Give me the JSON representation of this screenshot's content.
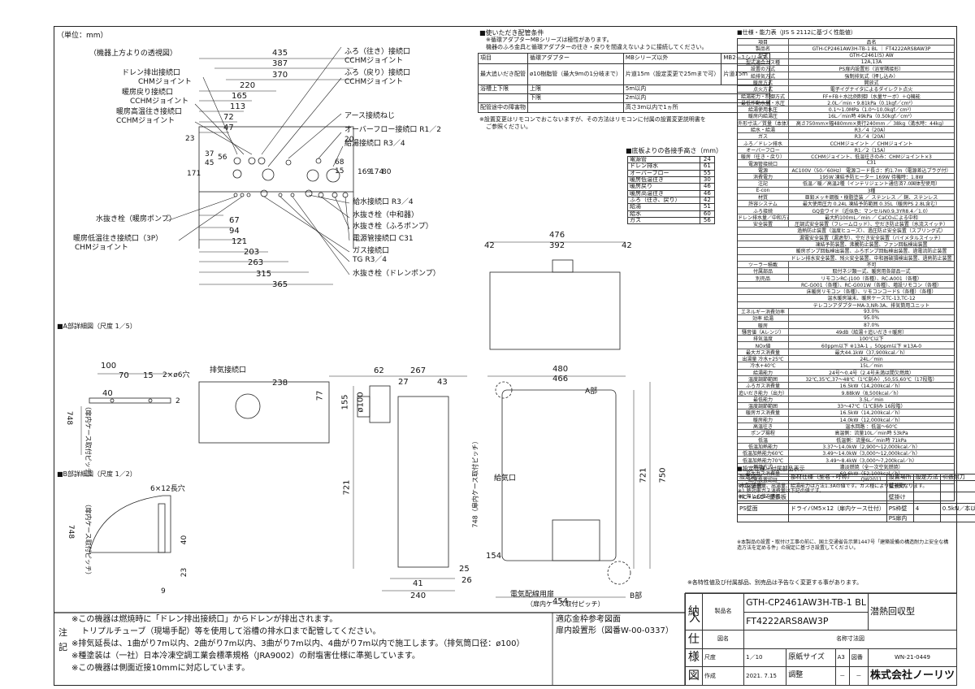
{
  "unit": "（単位：mm）",
  "view_title": "（機器上方よりの透視図）",
  "top_view": {
    "dims": [
      "435",
      "387",
      "370",
      "220",
      "165",
      "113",
      "72",
      "47",
      "23",
      "37",
      "45",
      "56",
      "171",
      "20",
      "68",
      "15",
      "169",
      "174",
      "80"
    ],
    "bottom_dims": [
      "67",
      "94",
      "121",
      "203",
      "263",
      "315",
      "365"
    ],
    "labels": [
      "ドレン排出接続口",
      "CHMジョイント",
      "暖房戻り接続口",
      "CCHMジョイント",
      "暖房高温往き接続口",
      "CCHMジョイント",
      "ふろ（往き）接続口",
      "CCHMジョイント",
      "ふろ（戻り）接続口",
      "CCHMジョイント",
      "アース接続ねじ",
      "オーバーフロー接続口 R1／2",
      "給湯接続口 R3／4",
      "給水接続口 R3／4",
      "水抜き栓（中和器）",
      "水抜き栓（ふろポンプ）",
      "電源管接続口 C31",
      "ガス接続口",
      "TG R3／4",
      "水抜き栓（ドレンポンプ）",
      "水抜き栓（暖房ポンプ）",
      "暖房低温往き接続口（3P）",
      "CHMジョイント"
    ]
  },
  "notes_top": {
    "title": "■使いただき配管条件",
    "lines": [
      "※循環アダプターMBシリーズは極性があります。",
      "機器のふろ金具と循環アダプターの往き・戻りを間違えないように接続してください。",
      "※設置変更はリモコンでおこないますが、その方法はリモコンに付属の設置変更説明書を",
      "ご参照ください。"
    ],
    "table": {
      "head": [
        "循環アダプター",
        "MBシリーズ以外",
        "MB2－1シリーズ"
      ],
      "col0": "項目",
      "rows": [
        [
          "最大追いだき配管",
          "ø10樹脂管（最大9mの1分岐まで）",
          "片道15m（設定変更で25mまで可）",
          "片道15m"
        ],
        [
          "浴槽上下限",
          "上限",
          "5m以内"
        ],
        [
          "",
          "下限",
          "2m以内"
        ],
        [
          "配管途中の障害物",
          "",
          "高さ3m以内で1ヵ所"
        ]
      ]
    }
  },
  "height_table": {
    "title": "■底板よりの各接手高さ（mm）",
    "rows": [
      [
        "電源管",
        "24"
      ],
      [
        "ドレン排水",
        "61"
      ],
      [
        "オーバーフロー",
        "55"
      ],
      [
        "暖房低温往き",
        "30"
      ],
      [
        "暖房戻り",
        "46"
      ],
      [
        "暖房高温往き",
        "46"
      ],
      [
        "ふろ（往き、戻り）",
        "42"
      ],
      [
        "給湯",
        "51"
      ],
      [
        "給水",
        "60"
      ],
      [
        "ガス",
        "56"
      ]
    ]
  },
  "front_view": {
    "dims": [
      "476",
      "42",
      "392",
      "42",
      "480",
      "466",
      "750",
      "721",
      "154",
      "454",
      "26"
    ],
    "labels": [
      "A部",
      "B部",
      "給気口",
      "電気配線用扉",
      "（扉内ケース取付ピッチ）",
      "748（扉内ケース取付ピッチ）"
    ]
  },
  "side_view": {
    "dims": [
      "62",
      "267",
      "27",
      "43",
      "238",
      "77",
      "155",
      "ø100",
      "721",
      "25",
      "41",
      "240"
    ],
    "labels": [
      "排気接続口"
    ]
  },
  "detail_a": {
    "title": "■A部詳細図（尺度 1／5）",
    "dims": [
      "100",
      "70",
      "15",
      "2×ø6穴",
      "40",
      "2",
      "748"
    ],
    "label": "（扉内ケース取付ピッチ）"
  },
  "detail_b": {
    "title": "■B部詳細図（尺度 1／2）",
    "dims": [
      "6×12長穴",
      "748",
      "40",
      "23",
      "9"
    ],
    "label": "（扉内ケース取付ピッチ）"
  },
  "spec": {
    "title": "■仕様・能力表（JIS S 2112に基づく性能値）",
    "rows": [
      [
        "項目",
        "品名"
      ],
      [
        "製品名",
        "GTH-CP2461AW3H-TB-1 BL ｜ FT4222ARS8AW3P"
      ],
      [
        "型式",
        "GTH-C2461(S) AW"
      ],
      [
        "型式適合ガス種",
        "12A,13A"
      ],
      [
        "設置の方式",
        "PS扉内設置形（浴室隣接形）"
      ],
      [
        "給排気方式",
        "強制排気式（押し込み）"
      ],
      [
        "暖房方式",
        "開放式"
      ],
      [
        "点火方式",
        "電子イグナイタによるダイレクト点火"
      ],
      [
        "給湯能力・制御方式",
        "FF+FB＋水比例制御（水量サーボ）＋Q機能"
      ],
      [
        "最低作動水量・水圧",
        "2.0L／min・9.81kPa（0.1kgf／cm²）"
      ],
      [
        "給湯使用水圧",
        "0.1～1.0MPa（1.0～10.0kgf／cm²）"
      ],
      [
        "暖房内給湯圧",
        "16L／min時 49kPa（0.50kgf／cm²）"
      ],
      [
        "外形寸法／質量（本体）",
        "高さ750mm×幅480mm×奥行240mm ／ 38kg（満水時：44kg）"
      ],
      [
        "給水・給湯",
        "R3／4（20A）"
      ],
      [
        "ガス",
        "R3／4（20A）"
      ],
      [
        "ふろ／ドレン排水",
        "CCHMジョイント ／ CHMジョイント"
      ],
      [
        "オーバーフロー",
        "R1／2（15A）"
      ],
      [
        "暖房（往き・戻り）",
        "CCHMジョイント、低温往きのみ：CHMジョイント×3"
      ],
      [
        "電源管接続口",
        "C31"
      ],
      [
        "電源",
        "AC100V（50／60Hz） 電源コード長さ：約1.7m（電源差込プラグ付）"
      ],
      [
        "消費電力",
        "195W 凍結予防ヒーター 169W 待機時：1.8W"
      ],
      [
        "注記",
        "低温／暖／高温2種（インテリジェント通信済7.0国体型使用）"
      ],
      [
        "E-con",
        "3種"
      ],
      [
        "材質",
        "亜鉛メッキ鋼板・樹脂塗装 ／ ステンレス ／ 銅、ステンレス"
      ],
      [
        "許容システム",
        "最大使用圧力 0.24L 凍結予防範囲 0.35L（暖房PS 2.8L含む）"
      ],
      [
        "ふろ接続",
        "GQ金ワイド（近似色：マンセルN0.9,3YR8.4／1.0）"
      ],
      [
        "ドレン排水量／中和方式",
        "最大約100mL／min ／ CaCO₃による中和"
      ],
      [
        "安全装置",
        "圧調式安全装置（フレームロッド）、空だき防止装置（水流スイッチ）"
      ],
      [
        "",
        "過熱防止装置（温度ヒューズ）、過圧防止安全装置（スプリング式）"
      ],
      [
        "",
        "漏電安全装置（漏遮型）、空だき安全装置（バイメタルスイッチ）"
      ],
      [
        "",
        "凍結予防装置、沸騰防止装置、ファン回転検出装置"
      ],
      [
        "",
        "暖房ポンプ回転検出装置、ふろポンプ回転検出装置、過電流防止装置"
      ],
      [
        "",
        "ドレン排水安全装置、残火安全装置、中和器破損検出装置、過熱防止装置"
      ],
      [
        "ツーラー積載",
        "不可"
      ],
      [
        "付属部品",
        "取付ネジ類一式、暖房用各部品一式"
      ],
      [
        "別売品",
        "リモコンRC-J100（各種）、RC-A001（各種）"
      ],
      [
        "",
        "RC-G001（各種）、RC-G001W（各種）、増設リモコン（各種）"
      ],
      [
        "",
        "床暖房リモコン（各種）、リモコンコードS（各種）（各種）"
      ],
      [
        "",
        "温水暖房端末、暖房ケースTC-13,TC-12"
      ],
      [
        "",
        "テレコンアダプターMA-3,NR-3A、排気筒用ユニット"
      ],
      [
        "エネルギー消費効率",
        "93.0%"
      ],
      [
        "効率 給湯",
        "95.0%"
      ],
      [
        "暖房",
        "87.0%"
      ],
      [
        "騒音値（Aレンジ）",
        "49dB（給湯＋追いだき＋暖房）"
      ],
      [
        "排気温度",
        "100℃以下"
      ],
      [
        "NOx値",
        "60ppm以下 ※13A-1 ，50ppm以下 ※13A-0"
      ],
      [
        "最大ガス消費量",
        "最大44.1kW（37,900kcal／h）"
      ],
      [
        "出湯量 冷水+25℃",
        "24L／min"
      ],
      [
        "冷水+40℃",
        "15L／min"
      ],
      [
        "給湯能力",
        "24号～0.4号（2.4号未満は間欠燃焼）"
      ],
      [
        "温度調節範囲",
        "32℃,35℃,37～48℃（1℃刻み）,50,55,60℃（17段階）"
      ],
      [
        "ふろガス消費量",
        "16.5kW（14,200kcal／h）"
      ],
      [
        "追いだき能力（出力）",
        "9.88kW（8,500kcal／h）"
      ],
      [
        "最低能力",
        "3.5L／min"
      ],
      [
        "温度調節範囲",
        "33～47℃（1℃刻み 16段階）"
      ],
      [
        "暖房ガス消費量",
        "16.5kW（14,200kcal／h）"
      ],
      [
        "暖房能力",
        "14.0kW（12,000kcal／h）"
      ],
      [
        "高温往き",
        "温水回路 ：低温～60℃"
      ],
      [
        "ポンプ揚程",
        "高温側：流量10L／min時 53kPa"
      ],
      [
        "低温",
        "低温側：流量6L／min時 71kPa"
      ],
      [
        "低温加熱能力",
        "3.37～14.0kW（2,900～12,000kcal／h）"
      ],
      [
        "低温加熱能力60℃",
        "3.49～14.0kW（3,000～12,000kcal／h）"
      ],
      [
        "低温加熱能力70℃",
        "3.49～8.4kW（3,000～7,200kcal／h）"
      ],
      [
        "燃焼方式",
        "濃淡燃焼（全一次空気燃焼）"
      ],
      [
        "最大ガス消費量",
        "60.6kW（52,100kcal／h）"
      ],
      [
        "給水装置認証",
        "QW2011"
      ]
    ],
    "footnotes": [
      "※ガス消費量、出湯量、給湯能力は方法1.3Aの値です。ガス種により若干異なります。",
      "※1 熱効率ガス消費量は下記の値です。",
      "※1 無しの値を表示"
    ]
  },
  "install_table": {
    "title": "■設定仕様・付属部品表示",
    "head": [
      "設定場所",
      "部材仕様（型名・呼称）",
      "設置場所",
      "設定方法",
      "引張耐力"
    ],
    "rows": [
      [
        "木製壁面",
        "",
        "壁掛け",
        ""
      ],
      [
        "",
        "",
        "",
        ""
      ],
      [
        "RC・ALC・壁鉄板",
        "",
        "壁掛け",
        ""
      ],
      [
        "",
        "",
        "",
        ""
      ],
      [
        "PS壁面",
        "ドライバM5×12（扉内ケース仕付）",
        "PS枠壁",
        ""
      ],
      [
        "",
        "",
        "PS扉内",
        "4 ",
        "0.5kN／本以上"
      ]
    ],
    "footnote": "※本製品の設置・取付け工事の前に、国土交通省告示第1447号「建築設備の構造耐力上安全な構造方法を定める件」の規定に基づき設置してください。"
  },
  "remark": "※各特性値及び付属部品、別売品は予告なく変更する事があります。",
  "bottom_notes": {
    "label": "注記",
    "lines": [
      "※この機器は燃焼時に「ドレン排出接続口」からドレンが排出されます。",
      "トリプルチューブ（現場手配）等を使用して浴槽の排水口まで配管してください。",
      "※排気延長は、1曲がり7m以内、2曲がり7m以内、3曲がり7m以内、4曲がり7m以内で施工します。（排気筒口径：ø100）",
      "※種塗装は（一社）日本冷凍空調工業会標準規格（JRA9002）の耐塩害仕様に準拠しています。",
      "※この機器は側面近接10mmに対応しています。"
    ],
    "ref_title": "適応金枠参考図面",
    "ref_body": "扉内設置形（図番W-00-0337）"
  },
  "title_block": {
    "side": [
      "納",
      "入",
      "仕",
      "様",
      "図"
    ],
    "product_label": "製品名",
    "product_1": "GTH-CP2461AW3H-TB-1 BL",
    "product_2": "FT4222ARS8AW3P",
    "type": "潜熱回収型",
    "drawing_label": "図名",
    "drawing_name": "名称寸法図",
    "scale_label": "尺度",
    "scale": "1／10",
    "paper_label": "原紙サイズ",
    "paper": "A3",
    "num_label": "図番",
    "num": "WN-21-0449",
    "date_label": "作成",
    "date": "2021. 7.15",
    "check_label": "調整",
    "dash1": "－",
    "dash2": "－",
    "company": "株式会社ノーリツ"
  }
}
